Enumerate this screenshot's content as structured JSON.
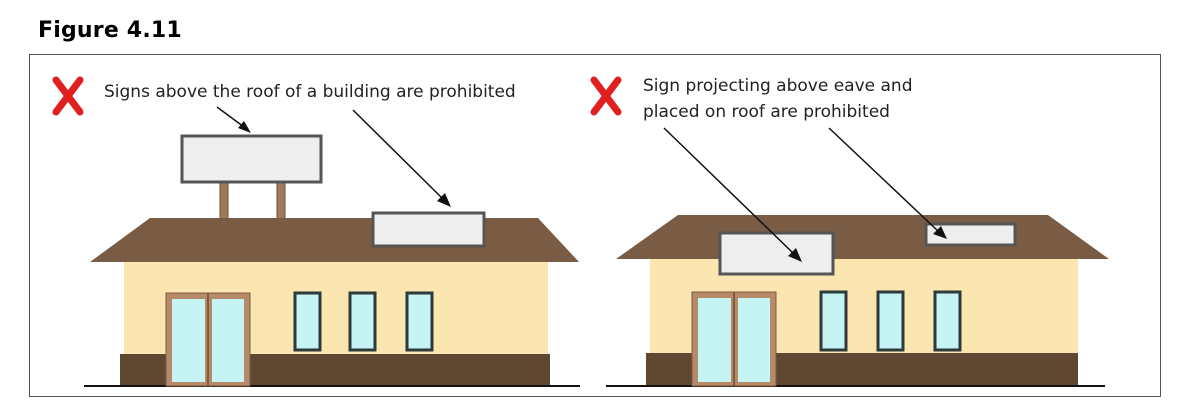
{
  "figure": {
    "title": "Figure 4.11"
  },
  "panels": [
    {
      "marker_icon": "red-x-icon",
      "caption_lines": [
        "Signs above the roof of a building are prohibited"
      ]
    },
    {
      "marker_icon": "red-x-icon",
      "caption_lines": [
        "Sign projecting above eave and",
        "placed on roof are prohibited"
      ]
    }
  ],
  "colors": {
    "roof": "#7a5c44",
    "wall": "#fbe5b0",
    "base": "#5e4831",
    "window_glass": "#c6f3f3",
    "window_frame": "#2e3b3b",
    "door_frame": "#b58a68",
    "sign_fill": "#eeeeee",
    "sign_border": "#555555",
    "x_mark": "#e02020",
    "sign_post": "#a07b5a"
  }
}
